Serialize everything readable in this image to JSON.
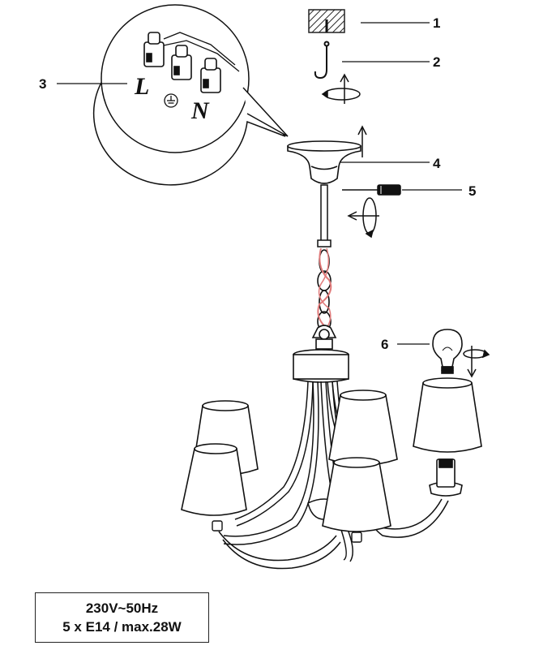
{
  "callouts": [
    {
      "number": "1",
      "part": "ceiling-mount"
    },
    {
      "number": "2",
      "part": "hook"
    },
    {
      "number": "3",
      "part": "terminal-block"
    },
    {
      "number": "4",
      "part": "canopy"
    },
    {
      "number": "5",
      "part": "screw"
    },
    {
      "number": "6",
      "part": "bulb"
    }
  ],
  "wiring": {
    "live": "L",
    "neutral": "N",
    "earth_symbol": "earth-icon"
  },
  "spec": {
    "voltage": "230V~50Hz",
    "bulbs": "5 x E14 / max.28W"
  },
  "colors": {
    "line": "#111111",
    "wire_red": "#e07a7a",
    "shade_fill": "#ffffff"
  }
}
